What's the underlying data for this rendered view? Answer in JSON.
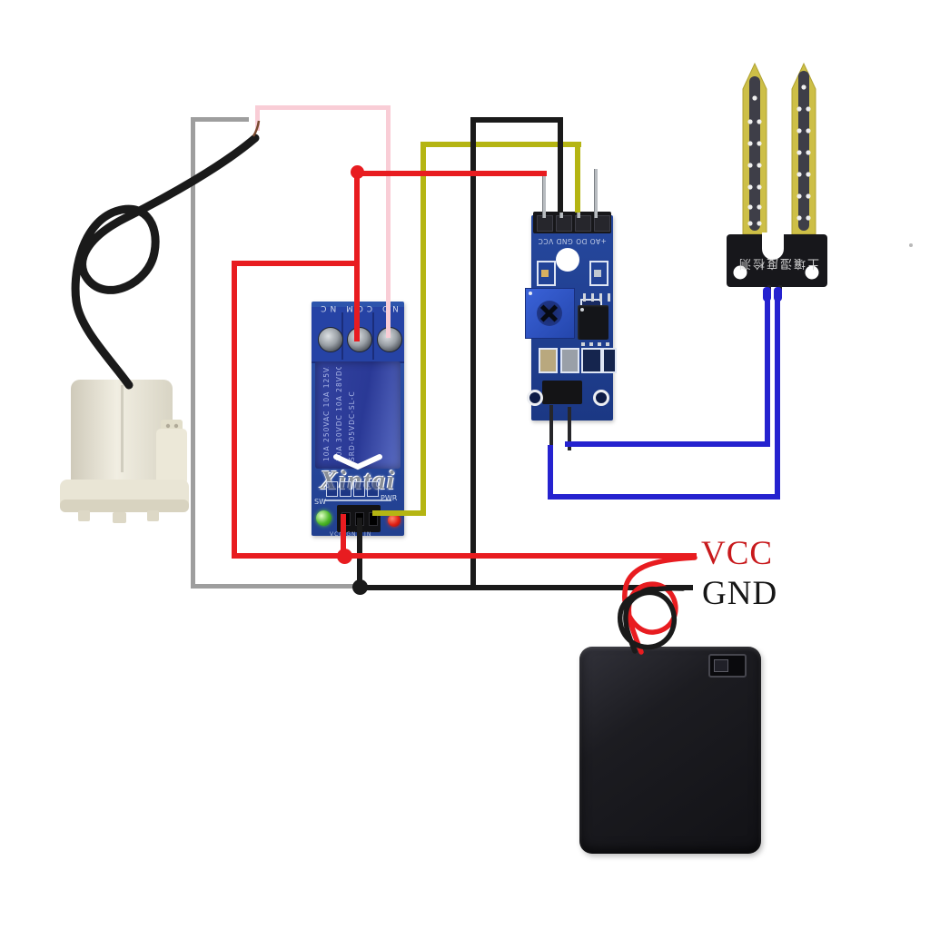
{
  "labels": {
    "vcc": "VCC",
    "gnd": "GND"
  },
  "relay_module": {
    "watermark": "Xintai",
    "terminal_labels": "NO COM NC",
    "body_text_line1": "SRD-05VDC-SL-C",
    "body_text_line2": "10A 250VAC 10A 125VAC",
    "body_text_line3": "10A 30VDC 10A 28VDC",
    "sw_label": "SW",
    "pwr_label": "PWR",
    "pin_labels": "VCC GND IN"
  },
  "sensor_module": {
    "pin_labels": "+AO DO GND VCC"
  },
  "moisture_probe": {
    "label": "土壤湿度检测"
  },
  "wire_colors": {
    "red": "#e81c20",
    "black": "#1a1a1a",
    "yellow": "#b5b513",
    "pink": "#f9cdd6",
    "gray": "#9e9e9e",
    "blue": "#2522cf"
  },
  "label_colors": {
    "vcc": "#c8191c",
    "gnd": "#161616"
  }
}
